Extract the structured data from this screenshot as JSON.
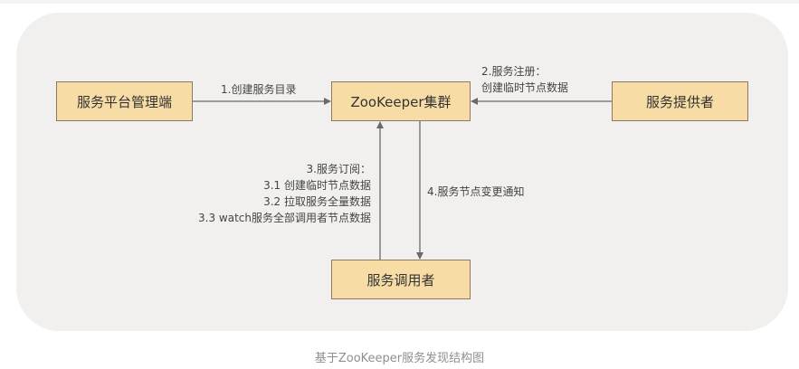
{
  "nodes": {
    "platform": "服务平台管理端",
    "zookeeper": "ZooKeeper集群",
    "provider": "服务提供者",
    "consumer": "服务调用者"
  },
  "edges": {
    "create_dir": "1.创建服务目录",
    "register": [
      "2.服务注册：",
      "创建临时节点数据"
    ],
    "subscribe": [
      "3.服务订阅：",
      "3.1 创建临时节点数据",
      "3.2 拉取服务全量数据",
      "3.3 watch服务全部调用者节点数据"
    ],
    "notify": "4.服务节点变更通知"
  },
  "caption": "基于ZooKeeper服务发现结构图",
  "colors": {
    "panel": "#f1f0ee",
    "node_fill": "#f7dca5",
    "node_border": "#8a7a60",
    "arrow": "#6a6a6a"
  }
}
